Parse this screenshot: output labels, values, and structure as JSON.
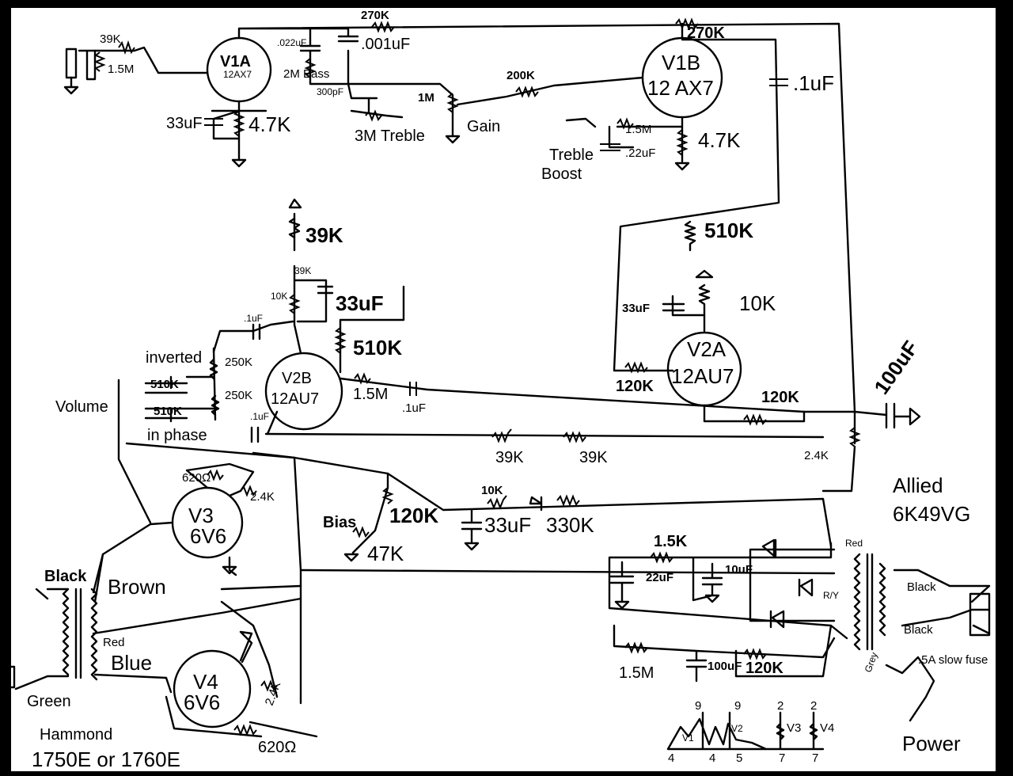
{
  "v1a": {
    "name": "V1A",
    "type": "12AX7"
  },
  "v1b": {
    "name": "V1B",
    "type": "12 AX7"
  },
  "v2a": {
    "name": "V2A",
    "type": "12AU7"
  },
  "v2b": {
    "name": "V2B",
    "type": "12AU7"
  },
  "v3": {
    "name": "V3",
    "type": "6V6"
  },
  "v4": {
    "name": "V4",
    "type": "6V6"
  },
  "labels": {
    "r39k_in": "39K",
    "r1m5_in": "1.5M",
    "c022": ".022uF",
    "c001": ".001uF",
    "r270k_top": "270K",
    "r270k_plate": "270K",
    "bass": "2M Bass",
    "c300pf": "300pF",
    "treble": "3M Treble",
    "gain_pot": "1M",
    "gain": "Gain",
    "r200k": "200K",
    "c33uf_v1a": "33uF",
    "r47k_v1a": "4.7K",
    "c1uf_v1b": ".1uF",
    "r47k_v1b": "4.7K",
    "r15m_tb": "1.5M",
    "c22uf_tb": ".22uF",
    "treble_boost_1": "Treble",
    "treble_boost_2": "Boost",
    "r510k_a": "510K",
    "r10k_a": "10K",
    "c33uf_v2a": "33uF",
    "r120k_v2a": "120K",
    "r120k_out": "120K",
    "c100uf": "100uF",
    "r24k": "2.4K",
    "r39k_v2b": "39K",
    "r39k_sm": "39K",
    "r10k_v2b": "10K",
    "c33uf_v2b": "33uF",
    "r510k_v2b": "510K",
    "c1uf_a": ".1uF",
    "c1uf_b": ".1uF",
    "c1uf_c": ".1uF",
    "r15m_v2b": "1.5M",
    "inverted": "inverted",
    "in_phase": "in phase",
    "volume": "Volume",
    "p250k_a": "250K",
    "p250k_b": "250K",
    "r510k_inv": "510K",
    "r510k_inph": "510K",
    "r39k_b1": "39K",
    "r39k_b2": "39K",
    "r620_v3": "620Ω",
    "r24k_v3": "2.4K",
    "r120k_bias": "120K",
    "bias": "Bias",
    "p47k": "47K",
    "r10k_bias": "10K",
    "c33uf_bias": "33uF",
    "r330k": "330K",
    "r15k_ps": "1.5K",
    "c22uf_ps": "22uF",
    "c10uf_ps": "10uF",
    "r15m_ps": "1.5M",
    "c100uf_ps": "100uF",
    "r120k_ps": "120K",
    "ry": "R/Y",
    "red": "Red",
    "grey": "Grey",
    "black1": "Black",
    "black2": "Black",
    "fuse": ".5A slow fuse",
    "power": "Power",
    "allied_1": "Allied",
    "allied_2": "6K49VG",
    "black_ot": "Black",
    "brown": "Brown",
    "red_ot": "Red",
    "blue": "Blue",
    "green": "Green",
    "hammond_1": "Hammond",
    "hammond_2": "1750E or 1760E",
    "r24k_v4": "2.4K",
    "r620_v4": "620Ω",
    "pin_v1": "V1",
    "pin_v2": "V2",
    "pin_v3": "V3",
    "pin_v4": "V4",
    "pin_4a": "4",
    "pin_9a": "9",
    "pin_4b": "4",
    "pin_5": "5",
    "pin_7a": "7",
    "pin_7b": "7",
    "pin_9b": "9",
    "pin_2a": "2",
    "pin_2b": "2"
  }
}
